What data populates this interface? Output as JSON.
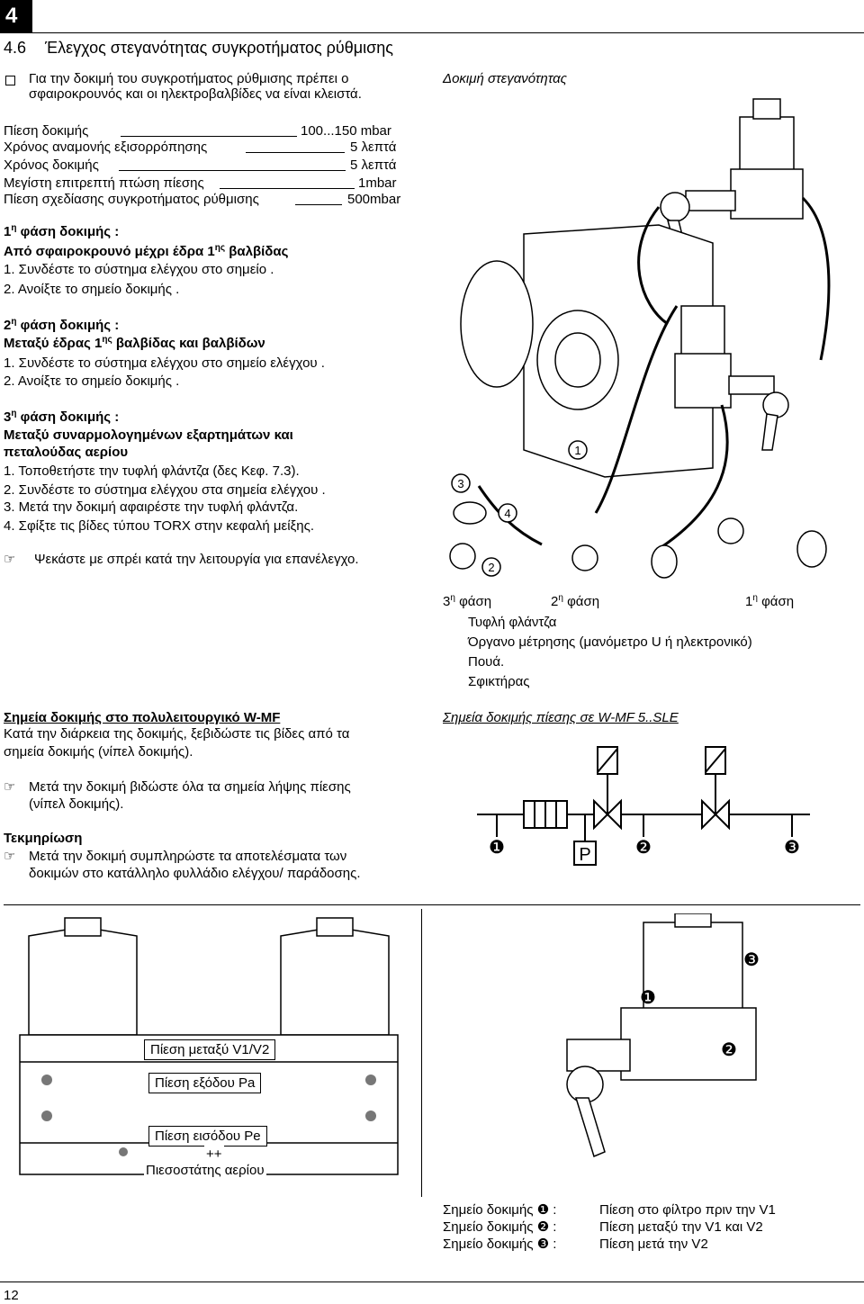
{
  "header": {
    "chapter": "4",
    "section_number": "4.6",
    "section_title": "Έλεγχος στεγανότητας συγκροτήματος ρύθμισης"
  },
  "intro": {
    "line1": "Για την δοκιμή του συγκροτήματος ρύθμισης πρέπει ο",
    "line2": "σφαιροκρουνός και οι ηλεκτροβαλβίδες να είναι κλειστά."
  },
  "figure_title": "Δοκιμή στεγανότητας",
  "params": [
    {
      "label": "Πίεση δοκιμής",
      "value": "100...150 mbar"
    },
    {
      "label": "Χρόνος αναμονής εξισορρόπησης",
      "value": "5 λεπτά"
    },
    {
      "label": "Χρόνος δοκιμής",
      "value": "5 λεπτά"
    },
    {
      "label": "Μεγίστη επιτρεπτή πτώση πίεσης",
      "value": "1mbar"
    },
    {
      "label": "Πίεση σχεδίασης συγκροτήματος ρύθμισης",
      "value": "500mbar"
    }
  ],
  "phase1": {
    "title_num": "1",
    "title_sup": "η",
    "title_rest": " φάση δοκιμής :",
    "subtitle_a": "Από σφαιροκρουνό μέχρι έδρα 1",
    "subtitle_sup": "ης",
    "subtitle_b": " βαλβίδας",
    "steps": [
      "1.  Συνδέστε το σύστημα ελέγχου στο σημείο  .",
      "2.  Ανοίξτε το σημείο δοκιμής  ."
    ]
  },
  "phase2": {
    "title_num": "2",
    "title_sup": "η",
    "title_rest": " φάση δοκιμής :",
    "subtitle_a": "Μεταξύ έδρας 1",
    "subtitle_sup": "ης",
    "subtitle_b": " βαλβίδας και βαλβίδων",
    "steps": [
      "1.  Συνδέστε το σύστημα ελέγχου στο σημείο ελέγχου  .",
      "2.  Ανοίξτε το σημείο δοκιμής  ."
    ]
  },
  "phase3": {
    "title_num": "3",
    "title_sup": "η",
    "title_rest": " φάση δοκιμής :",
    "subtitle_line1": "Μεταξύ συναρμολογημένων εξαρτημάτων και",
    "subtitle_line2": "πεταλούδας αερίου",
    "steps": [
      "1.  Τοποθετήστε την τυφλή φλάντζα    (δες Κεφ. 7.3).",
      "2.  Συνδέστε το σύστημα ελέγχου στα σημεία ελέγχου  .",
      "3.  Μετά την δοκιμή αφαιρέστε την τυφλή φλάντζα.",
      "4.  Σφίξτε τις βίδες τύπου TORX στην κεφαλή μείξης."
    ]
  },
  "note_spray": "Ψεκάστε με σπρέι κατά την λειτουργία για επανέλεγχο.",
  "legend": {
    "phase3_num": "3",
    "phase3_sup": "η",
    "phase3_rest": " φάση",
    "phase2_num": "2",
    "phase2_sup": "η",
    "phase2_rest": " φάση",
    "phase1_num": "1",
    "phase1_sup": "η",
    "phase1_rest": " φάση",
    "items": [
      "Τυφλή φλάντζα",
      "Όργανο μέτρησης (μανόμετρο U ή ηλεκτρονικό)",
      "Πουά.",
      "Σφικτήρας"
    ]
  },
  "wmf": {
    "title": "Σημεία δοκιμής στο πολυλειτουργικό W-MF",
    "line1": "Κατά την διάρκεια της δοκιμής, ξεβιδώστε τις βίδες από τα",
    "line2": "σημεία δοκιμής (νίπελ δοκιμής).",
    "note_line1": "Μετά την δοκιμή βιδώστε όλα τα σημεία λήψης πίεσης",
    "note_line2": "(νίπελ δοκιμής)."
  },
  "sle_title": "Σημεία δοκιμής πίεσης σε W-MF 5..SLE",
  "documentation": {
    "title": "Τεκμηρίωση",
    "line1": "Μετά την δοκιμή συμπληρώστε τα αποτελέσματα των",
    "line2": "δοκιμών στο κατάλληλο φυλλάδιο ελέγχου/ παράδοσης."
  },
  "schematic": {
    "p_label": "P",
    "point1": "❶",
    "point2": "❷",
    "point3": "❸"
  },
  "callouts": {
    "v1v2": "Πίεση μεταξύ V1/V2",
    "pa": "Πίεση εξόδου Pa",
    "pe": "Πίεση εισόδου Pe",
    "plusplus": "++",
    "pressostat": "Πιεσοστάτης αερίου"
  },
  "test_points": [
    {
      "label": "Σημείο δοκιμής ❶ :",
      "value": "Πίεση στο φίλτρο πριν την V1"
    },
    {
      "label": "Σημείο δοκιμής ❷ :",
      "value": "Πίεση μεταξύ την V1 και V2"
    },
    {
      "label": "Σημείο δοκιμής ❸ :",
      "value": "Πίεση μετά την V2"
    }
  ],
  "figure_numbers": [
    "1",
    "2",
    "3",
    "4"
  ],
  "page_number": "12",
  "icons": {
    "checkbox": "checkbox-icon",
    "hand": "pointing-hand-icon"
  }
}
